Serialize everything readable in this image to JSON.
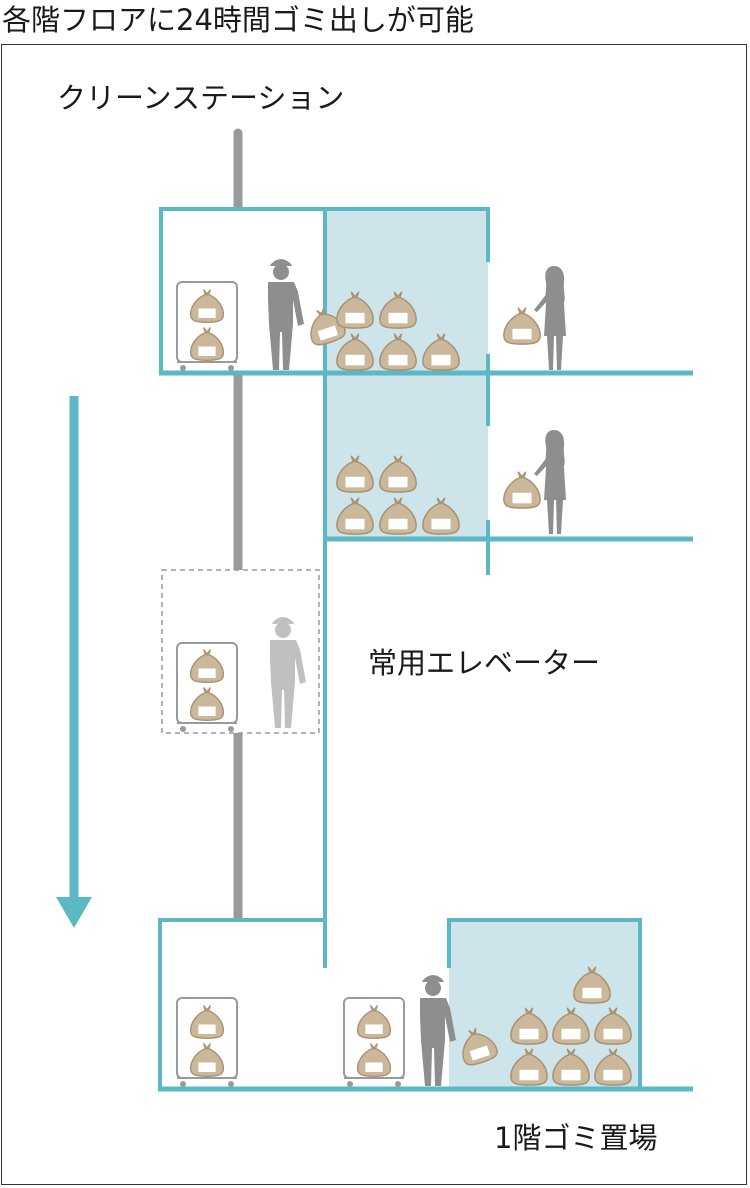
{
  "title": "各階フロアに24時間ゴミ出しが可能",
  "labels": {
    "clean_station": "クリーンステーション",
    "service_elevator": "常用エレベーター",
    "ground_garbage": "1階ゴミ置場"
  },
  "colors": {
    "teal": "#5bb8c4",
    "room_fill": "#cde5ea",
    "bag": "#cbb89b",
    "bag_stroke": "#a89273",
    "person": "#8e8e8e",
    "shaft": "#9a9a9a"
  },
  "icons": [
    "garbage-bag-icon",
    "worker-icon",
    "resident-icon",
    "cart-icon",
    "down-arrow-icon"
  ]
}
